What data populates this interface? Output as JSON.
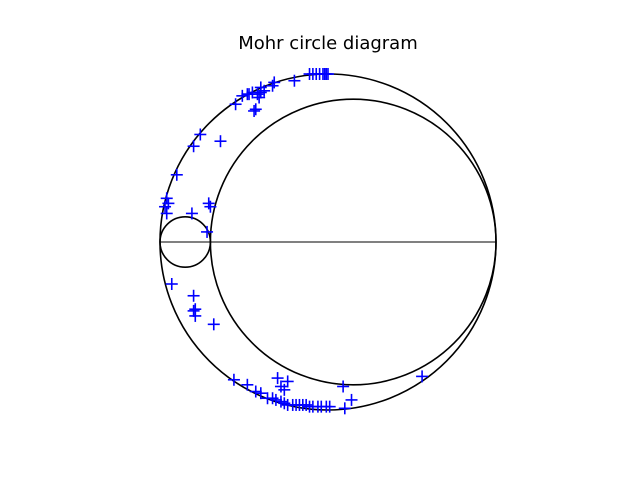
{
  "title": "Mohr circle diagram",
  "colors": {
    "circles": "#000000",
    "markers": "#0000ff",
    "background": "#ffffff"
  },
  "marker_shape": "plus",
  "axis_visible": false,
  "circles": [
    {
      "name": "outer-circle",
      "center": [
        0,
        0
      ],
      "radius": 1.0
    },
    {
      "name": "large-circle",
      "center": [
        0.15,
        0
      ],
      "radius": 0.85
    },
    {
      "name": "small-circle",
      "center": [
        -0.85,
        0
      ],
      "radius": 0.15
    }
  ],
  "horizontal_line": {
    "from": -1.0,
    "to": 1.0
  },
  "points": [
    [
      -0.11,
      1.0
    ],
    [
      -0.09,
      1.0
    ],
    [
      -0.07,
      1.0
    ],
    [
      -0.05,
      1.0
    ],
    [
      -0.03,
      1.0
    ],
    [
      -0.02,
      1.0
    ],
    [
      -0.01,
      1.0
    ],
    [
      0.0,
      1.0
    ],
    [
      -0.2,
      0.96
    ],
    [
      -0.32,
      0.95
    ],
    [
      -0.33,
      0.93
    ],
    [
      -0.4,
      0.92
    ],
    [
      -0.38,
      0.9
    ],
    [
      -0.42,
      0.88
    ],
    [
      -0.4,
      0.89
    ],
    [
      -0.45,
      0.89
    ],
    [
      -0.47,
      0.88
    ],
    [
      -0.41,
      0.86
    ],
    [
      -0.48,
      0.88
    ],
    [
      -0.51,
      0.87
    ],
    [
      -0.55,
      0.82
    ],
    [
      -0.43,
      0.79
    ],
    [
      -0.44,
      0.78
    ],
    [
      -0.76,
      0.64
    ],
    [
      -0.8,
      0.57
    ],
    [
      -0.64,
      0.6
    ],
    [
      -0.9,
      0.4
    ],
    [
      -0.96,
      0.26
    ],
    [
      -0.95,
      0.23
    ],
    [
      -0.97,
      0.21
    ],
    [
      -0.96,
      0.17
    ],
    [
      -0.81,
      0.17
    ],
    [
      -0.7,
      0.21
    ],
    [
      -0.71,
      0.23
    ],
    [
      -0.72,
      0.06
    ],
    [
      -0.93,
      -0.25
    ],
    [
      -0.8,
      -0.32
    ],
    [
      -0.79,
      -0.4
    ],
    [
      -0.8,
      -0.41
    ],
    [
      -0.79,
      -0.44
    ],
    [
      -0.68,
      -0.49
    ],
    [
      -0.56,
      -0.82
    ],
    [
      -0.48,
      -0.85
    ],
    [
      -0.43,
      -0.89
    ],
    [
      -0.4,
      -0.9
    ],
    [
      -0.36,
      -0.93
    ],
    [
      -0.33,
      -0.93
    ],
    [
      -0.31,
      -0.94
    ],
    [
      -0.28,
      -0.95
    ],
    [
      -0.26,
      -0.96
    ],
    [
      -0.24,
      -0.97
    ],
    [
      -0.21,
      -0.97
    ],
    [
      -0.19,
      -0.97
    ],
    [
      -0.17,
      -0.97
    ],
    [
      -0.15,
      -0.97
    ],
    [
      -0.13,
      -0.97
    ],
    [
      -0.11,
      -0.98
    ],
    [
      -0.09,
      -0.98
    ],
    [
      -0.06,
      -0.98
    ],
    [
      -0.04,
      -0.98
    ],
    [
      -0.01,
      -0.98
    ],
    [
      0.01,
      -0.98
    ],
    [
      -0.3,
      -0.81
    ],
    [
      -0.24,
      -0.83
    ],
    [
      -0.26,
      -0.88
    ],
    [
      -0.28,
      -0.86
    ],
    [
      0.09,
      -0.86
    ],
    [
      0.14,
      -0.94
    ],
    [
      0.1,
      -0.99
    ],
    [
      0.56,
      -0.8
    ]
  ]
}
